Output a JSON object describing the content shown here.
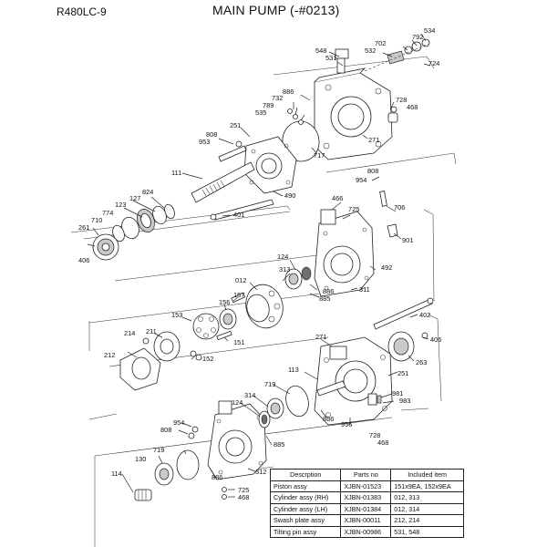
{
  "header": {
    "model": "R480LC-9",
    "title": "MAIN PUMP (-#0213)"
  },
  "callouts": [
    "548",
    "534",
    "792",
    "702",
    "532",
    "531",
    "724",
    "886",
    "732",
    "789",
    "535",
    "728",
    "468",
    "251",
    "808",
    "953",
    "271",
    "717",
    "111",
    "824",
    "127",
    "123",
    "774",
    "710",
    "261",
    "406",
    "490",
    "401",
    "466",
    "808",
    "954",
    "725",
    "706",
    "901",
    "124",
    "313",
    "012",
    "157",
    "156",
    "492",
    "886",
    "885",
    "311",
    "153",
    "214",
    "211",
    "212",
    "152",
    "151",
    "402",
    "271",
    "406",
    "263",
    "113",
    "719",
    "124",
    "314",
    "251",
    "981",
    "983",
    "954",
    "808",
    "886",
    "956",
    "728",
    "468",
    "130",
    "719",
    "114",
    "885",
    "886",
    "312",
    "725",
    "468"
  ],
  "parts_table": {
    "headers": [
      "Descrption",
      "Parts no",
      "Included item"
    ],
    "rows": [
      [
        "Piston assy",
        "XJBN-01523",
        "151x9EA, 152x9EA"
      ],
      [
        "Cylinder assy (RH)",
        "XJBN-01383",
        "012, 313"
      ],
      [
        "Cylinder assy (LH)",
        "XJBN-01384",
        "012, 314"
      ],
      [
        "Swash plate assy",
        "XJBN-00011",
        "212, 214"
      ],
      [
        "Tilting pin assy",
        "XJBN-00986",
        "531, 548"
      ]
    ]
  }
}
